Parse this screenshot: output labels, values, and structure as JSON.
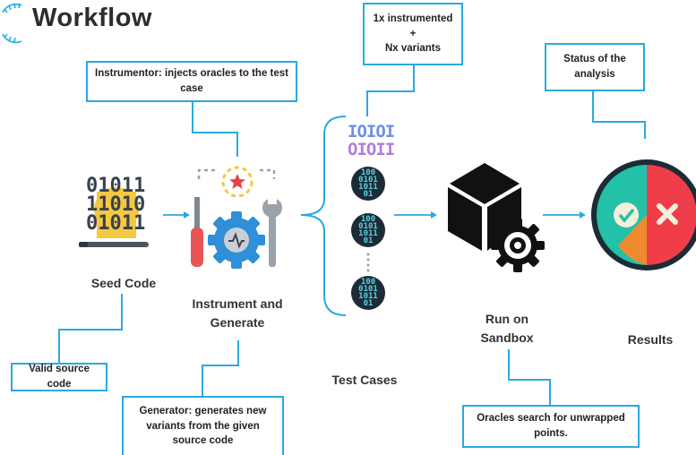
{
  "header": {
    "title": "Workflow"
  },
  "callouts": {
    "instrumentor": "Instrumentor: injects oracles to the test case",
    "variants_line1": "1x instrumented",
    "variants_line2": "+",
    "variants_line3": "Nx variants",
    "status": "Status of the analysis",
    "valid_source": "Valid source code",
    "generator": "Generator: generates new variants from the given source code",
    "oracles": "Oracles search for unwrapped points."
  },
  "stages": {
    "seed": "Seed Code",
    "instrument": "Instrument and Generate",
    "testcases": "Test Cases",
    "sandbox": "Run on Sandbox",
    "results": "Results"
  },
  "glyphs": {
    "seed_code": [
      "01011",
      "11010",
      "01011"
    ],
    "instrumented_binary": [
      "IOIOI",
      "OIOII"
    ],
    "variant_binary": [
      "100",
      "0101",
      "1011",
      "01"
    ]
  },
  "icons": [
    "logo-icon",
    "code-sheet-icon",
    "screwdriver-icon",
    "gear-icon",
    "wrench-icon",
    "star-icon",
    "binary-icon",
    "variant-icon",
    "cube-icon",
    "cog-icon",
    "check-icon",
    "cross-icon"
  ],
  "colors": {
    "accent": "#29a9e1",
    "dark": "#1d2b36",
    "pass": "#22c1a8",
    "fail": "#ef3d4a",
    "gear": "#2f8fd8",
    "tool_red": "#e85555",
    "star": "#e8404b",
    "seed_yellow": "#f5c842"
  }
}
